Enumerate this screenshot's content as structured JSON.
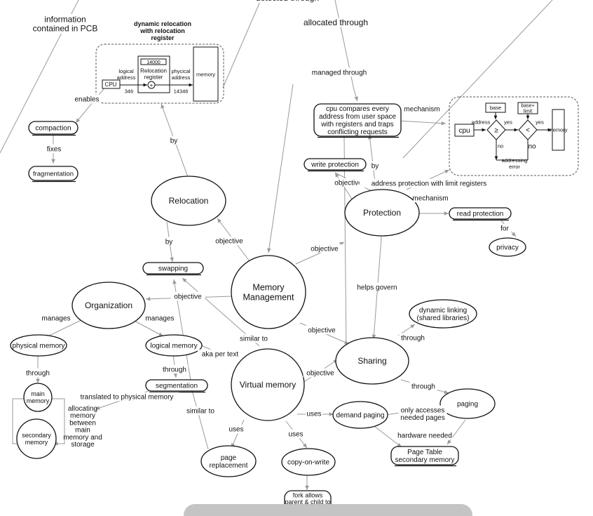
{
  "nodes": {
    "memory_management": "Memory\nManagement",
    "virtual_memory": "Virtual memory",
    "relocation": "Relocation",
    "organization": "Organization",
    "protection": "Protection",
    "sharing": "Sharing",
    "compaction": "compaction",
    "fragmentation": "fragmentation",
    "swapping": "swapping",
    "physical_memory": "physical memory",
    "logical_memory": "logical memory",
    "segmentation": "segmentation",
    "main_memory": "main\nmemory",
    "secondary_memory": "secondary\nmemory",
    "cpu_compares": "cpu compares every\naddress from user space\nwith registers and traps\nconflicting requests",
    "write_protection": "write protection",
    "read_protection": "read protection",
    "privacy": "privacy",
    "dynamic_linking": "dynamic linking\n(shared libraries)",
    "demand_paging": "demand paging",
    "paging": "paging",
    "page_table": "Page Table\nsecondary memory",
    "page_replacement": "page\nreplacement",
    "copy_on_write": "copy-on-write",
    "fork": "fork allows\nparent & child to\nshare"
  },
  "edges": {
    "detected_through": "detected through",
    "allocated_through": "allocated through",
    "info_pcb": "information\ncontained in PCB",
    "managed_through": "managed through",
    "mechanism_top": "mechanism",
    "enables": "enables",
    "fixes": "fixes",
    "by_reloc": "by",
    "by_write": "by",
    "objective_reloc": "objective",
    "by_swap": "by",
    "objective_prot": "objective",
    "objective_write": "objective",
    "addr_protection": "address protection with limit registers",
    "mechanism_right": "mechanism",
    "for_privacy": "for",
    "objective_org": "objective",
    "manages_phys": "manages",
    "manages_log": "manages",
    "through_main": "through",
    "through_seg": "through",
    "aka_per_text": "aka per text",
    "translated": "translated to physical memory",
    "allocating": "allocating\nmemory\nbetween\nmain\nmemory and\nstorage",
    "similar_to_vm": "similar to",
    "similar_to_seg": "similar to",
    "helps_govern": "helps govern",
    "objective_share": "objective",
    "objective_vm": "objective",
    "through_dyn": "through",
    "through_paging": "through",
    "uses_demand": "uses",
    "uses_replacement": "uses",
    "uses_cow": "uses",
    "only_accesses": "only accesses\nneeded pages",
    "hardware_needed": "hardware needed"
  },
  "relocation_figure": {
    "title": "dynamic relocation\nwith relocation\nregister",
    "register_value": "14000",
    "register_label": "Relocation\nregister",
    "cpu": "CPU",
    "logical_address": "logical\naddress",
    "logical_value": "346",
    "physical_address": "phycical\naddress",
    "physical_value": "14346",
    "memory": "memory",
    "plus": "+"
  },
  "limit_figure": {
    "cpu": "cpu",
    "base": "base",
    "base_limit": "base+\nlimit",
    "address": "address",
    "ge": "≥",
    "lt": "<",
    "yes1": "yes",
    "yes2": "yes",
    "no1": "no",
    "no2": "no",
    "trap": "addressing\nerror",
    "memory": "memory"
  }
}
